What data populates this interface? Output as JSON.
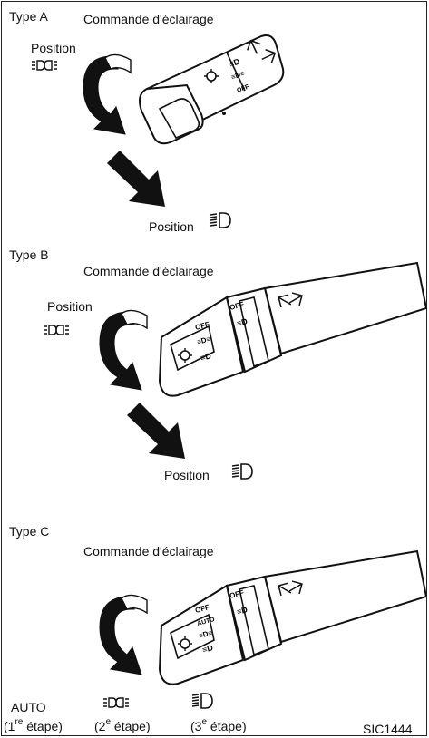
{
  "typeA": {
    "type_label": "Type A",
    "title": "Commande d'éclairage",
    "position_top_label": "Position",
    "position_bottom_label": "Position",
    "lever_labels": [
      "OFF",
      "≡D",
      "≡Dᴓ≡"
    ]
  },
  "typeB": {
    "type_label": "Type B",
    "title": "Commande d'éclairage",
    "position_top_label": "Position",
    "position_bottom_label": "Position",
    "lever_labels": [
      "OFF",
      "OFF",
      "≡D"
    ]
  },
  "typeC": {
    "type_label": "Type C",
    "title": "Commande d'éclairage",
    "lever_labels": [
      "OFF",
      "AUTO",
      "OFF",
      "≡D"
    ],
    "steps": [
      {
        "name": "AUTO",
        "open": "(1",
        "sup": "re",
        "rest": " étape)"
      },
      {
        "name": "",
        "open": "(2",
        "sup": "e",
        "rest": " étape)"
      },
      {
        "name": "",
        "open": "(3",
        "sup": "e",
        "rest": " étape)"
      }
    ]
  },
  "figure_code": "SIC1444"
}
